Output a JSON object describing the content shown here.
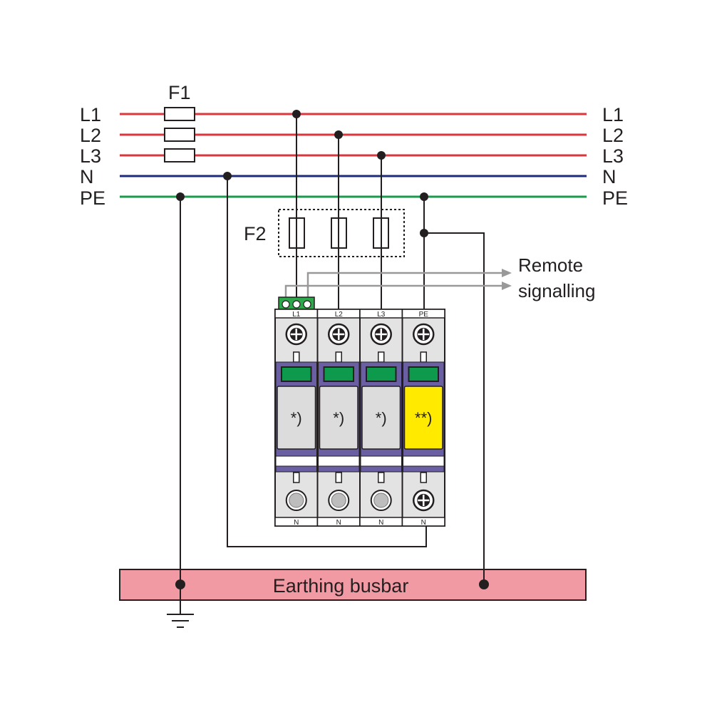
{
  "lines": {
    "left_labels": [
      "L1",
      "L2",
      "L3",
      "N",
      "PE"
    ],
    "right_labels": [
      "L1",
      "L2",
      "L3",
      "N",
      "PE"
    ],
    "colors": {
      "phase": "#d9363e",
      "neutral": "#1e2b7a",
      "pe": "#1a9a4a"
    }
  },
  "fuses": {
    "f1_label": "F1",
    "f2_label": "F2"
  },
  "remote": {
    "line1": "Remote",
    "line2": "signalling",
    "arrow_color": "#999999"
  },
  "device": {
    "modules": [
      {
        "top_label": "L1",
        "bottom_label": "N",
        "mark": "*)",
        "cartridge_color": "#dcdcdc",
        "bottom_terminal": "disc"
      },
      {
        "top_label": "L2",
        "bottom_label": "N",
        "mark": "*)",
        "cartridge_color": "#dcdcdc",
        "bottom_terminal": "disc"
      },
      {
        "top_label": "L3",
        "bottom_label": "N",
        "mark": "*)",
        "cartridge_color": "#dcdcdc",
        "bottom_terminal": "disc"
      },
      {
        "top_label": "PE",
        "bottom_label": "N",
        "mark": "**)",
        "cartridge_color": "#ffea00",
        "bottom_terminal": "screw"
      }
    ],
    "band_color": "#6b5fa3",
    "indicator_color": "#0d9a4c"
  },
  "busbar": {
    "label": "Earthing busbar",
    "color": "#f29aa3"
  }
}
